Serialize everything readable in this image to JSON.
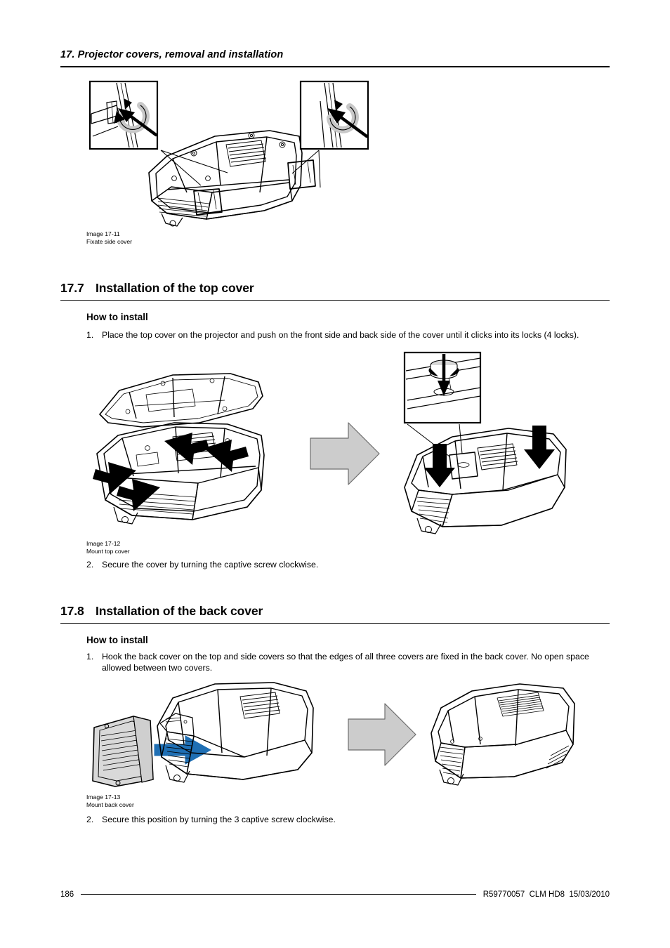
{
  "header": {
    "title": "17. Projector covers, removal and installation"
  },
  "figures": {
    "fig_17_11": {
      "caption_id": "Image 17-11",
      "caption_text": "Fixate side cover",
      "description": "Line drawing of projector chassis seen from above-rear with two magnified detail callout boxes showing a captive screw being turned with a rotation arrow and a pointing arrow"
    },
    "fig_17_12": {
      "caption_id": "Image 17-12",
      "caption_text": "Mount top cover",
      "description": "Exploded view of projector with the top cover lifted off and four black push arrows, a grey process arrow, then the assembled projector with a detail callout of the captive screw and two downward press arrows"
    },
    "fig_17_13": {
      "caption_id": "Image 17-13",
      "caption_text": "Mount back cover",
      "description": "Grey back cover panel with a blue arrow pointing toward the projector rear, a grey process arrow, then the fully assembled projector"
    }
  },
  "sections": [
    {
      "number": "17.7",
      "title": "Installation of the top cover",
      "subhead": "How to install",
      "steps": [
        {
          "num": "1.",
          "text": "Place the top cover on the projector and push on the front side and back side of the cover until it clicks into its locks (4 locks)."
        },
        {
          "num": "2.",
          "text": "Secure the cover by turning the captive screw clockwise."
        }
      ]
    },
    {
      "number": "17.8",
      "title": "Installation of the back cover",
      "subhead": "How to install",
      "steps": [
        {
          "num": "1.",
          "text": "Hook the back cover on the top and side covers so that the edges of all three covers are fixed in the back cover. No open space allowed between two covers."
        },
        {
          "num": "2.",
          "text": "Secure this position by turning the 3 captive screw clockwise."
        }
      ]
    }
  ],
  "footer": {
    "page_number": "186",
    "reference": "R59770057  CLM HD8  15/03/2010"
  },
  "colors": {
    "process_arrow_fill": "#cccccc",
    "process_arrow_stroke": "#6e6e6e",
    "blue_arrow": "#1f6fb4",
    "line_art": "#000000",
    "panel_fill": "#d9d9d9"
  }
}
